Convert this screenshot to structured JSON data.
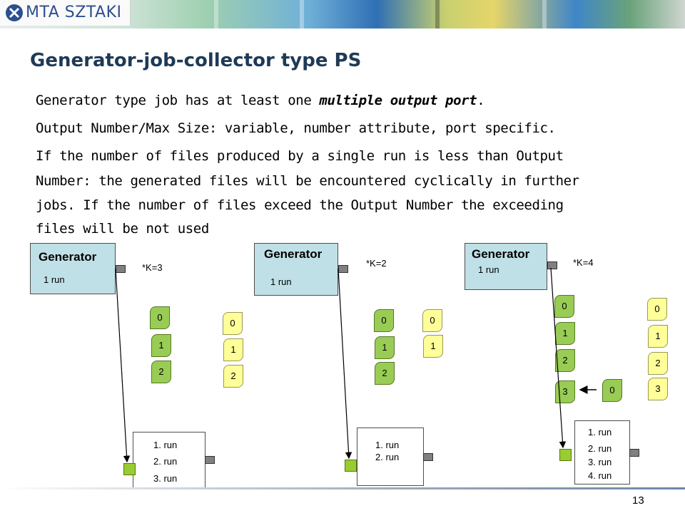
{
  "header": {
    "logo_text": "MTA SZTAKI"
  },
  "slide": {
    "title": "Generator-job-collector type PS",
    "line1_pre": "Generator type job has at least one ",
    "line1_em": "multiple output port",
    "line1_post": ".",
    "line2": "Output Number/Max Size: variable, number attribute, port specific.",
    "line3": "If the number of files produced by a single run is less than Output",
    "line4": "Number: the generated files will be encountered cyclically in further",
    "line5": "jobs. If the number of files exceed the Output Number the exceeding",
    "line6": "files will be not used"
  },
  "diagrams": [
    {
      "generator_title": "Generator",
      "generator_run": "1 run",
      "k_label": "*K=3",
      "green_files": [
        "0",
        "1",
        "2"
      ],
      "yellow_files": [
        "0",
        "1",
        "2"
      ],
      "collector_runs": [
        "1. run",
        "2. run",
        "3. run"
      ]
    },
    {
      "generator_title": "Generator",
      "generator_run": "1 run",
      "k_label": "*K=2",
      "green_files": [
        "0",
        "1",
        "2"
      ],
      "yellow_files": [
        "0",
        "1"
      ],
      "collector_runs": [
        "1. run",
        "2. run"
      ]
    },
    {
      "generator_title": "Generator",
      "generator_run": "1 run",
      "k_label": "*K=4",
      "green_files": [
        "0",
        "1",
        "2",
        "3"
      ],
      "yellow_files": [
        "0",
        "1",
        "2",
        "3"
      ],
      "extra_file": "0",
      "collector_runs": [
        "1. run",
        "2. run",
        "3. run",
        "4. run"
      ]
    }
  ],
  "footer": {
    "page_number": "13"
  },
  "colors": {
    "generator_fill": "#bfe0e6",
    "green_file": "#99cc55",
    "yellow_file": "#ffff99",
    "title": "#1e3a57"
  }
}
